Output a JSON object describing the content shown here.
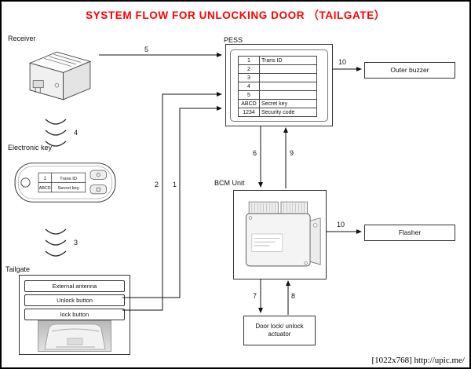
{
  "title": "SYSTEM FLOW FOR UNLOCKING DOOR （TAILGATE）",
  "watermark": "[1022x768] http://upic.me/",
  "labels": {
    "receiver": "Receiver",
    "electronic_key": "Electronic key",
    "tailgate": "Tailgate",
    "pess": "PESS",
    "bcm": "BCM Unit"
  },
  "boxes": {
    "outer_buzzer": "Outer buzzer",
    "flasher": "Flasher",
    "actuator_line1": "Door lock/ unlock",
    "actuator_line2": "actuator",
    "external_antenna": "External antenna",
    "unlock_button": "Unlock button",
    "lock_button": "lock button"
  },
  "pess_table": {
    "rows": [
      {
        "c1": "1",
        "c2": "Trans ID"
      },
      {
        "c1": "2",
        "c2": ""
      },
      {
        "c1": "3",
        "c2": ""
      },
      {
        "c1": "4",
        "c2": ""
      },
      {
        "c1": "5",
        "c2": ""
      },
      {
        "c1": "ABCD",
        "c2": "Secret key"
      },
      {
        "c1": "1234",
        "c2": "Security code"
      }
    ]
  },
  "key_table": {
    "rows": [
      {
        "c1": "1",
        "c2": "Trans ID"
      },
      {
        "c1": "ABCD",
        "c2": "Secret key"
      }
    ]
  },
  "flow_numbers": {
    "f1": "1",
    "f2": "2",
    "f3": "3",
    "f4": "4",
    "f5": "5",
    "f6": "6",
    "f7": "7",
    "f8": "8",
    "f9": "9",
    "f10_buzzer": "10",
    "f10_flasher": "10"
  },
  "colors": {
    "title": "#ff0000",
    "line": "#111111"
  }
}
